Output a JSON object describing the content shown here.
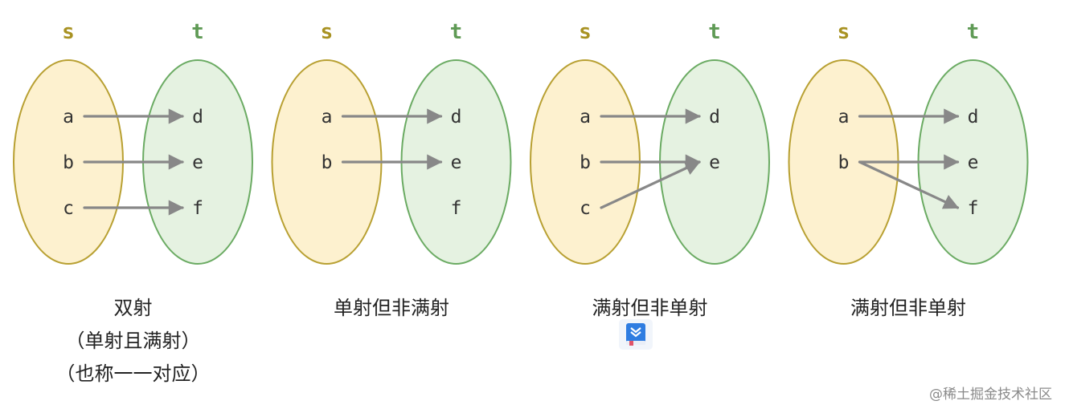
{
  "colors": {
    "s_fill": "#fdf1cf",
    "s_stroke": "#b8a032",
    "s_label": "#a89222",
    "t_fill": "#e3f1de",
    "t_stroke": "#6bab63",
    "t_label": "#5f9a55",
    "arrow": "#888888"
  },
  "panels": [
    {
      "set_s_label": "s",
      "set_t_label": "t",
      "s_elements": [
        "a",
        "b",
        "c"
      ],
      "t_elements": [
        "d",
        "e",
        "f"
      ],
      "mappings": [
        [
          "a",
          "d"
        ],
        [
          "b",
          "e"
        ],
        [
          "c",
          "f"
        ]
      ],
      "caption": [
        "双射",
        "（单射且满射）",
        "（也称一一对应）"
      ]
    },
    {
      "set_s_label": "s",
      "set_t_label": "t",
      "s_elements": [
        "a",
        "b"
      ],
      "t_elements": [
        "d",
        "e",
        "f"
      ],
      "mappings": [
        [
          "a",
          "d"
        ],
        [
          "b",
          "e"
        ]
      ],
      "caption": [
        "单射但非满射"
      ]
    },
    {
      "set_s_label": "s",
      "set_t_label": "t",
      "s_elements": [
        "a",
        "b",
        "c"
      ],
      "t_elements": [
        "d",
        "e"
      ],
      "mappings": [
        [
          "a",
          "d"
        ],
        [
          "b",
          "e"
        ],
        [
          "c",
          "e"
        ]
      ],
      "caption": [
        "满射但非单射"
      ]
    },
    {
      "set_s_label": "s",
      "set_t_label": "t",
      "s_elements": [
        "a",
        "b"
      ],
      "t_elements": [
        "d",
        "e",
        "f"
      ],
      "mappings": [
        [
          "a",
          "d"
        ],
        [
          "b",
          "e"
        ],
        [
          "b",
          "f"
        ]
      ],
      "caption": [
        "满射但非单射"
      ]
    }
  ],
  "watermark": "@稀土掘金技术社区",
  "icons": {
    "overlay": "book-icon"
  }
}
